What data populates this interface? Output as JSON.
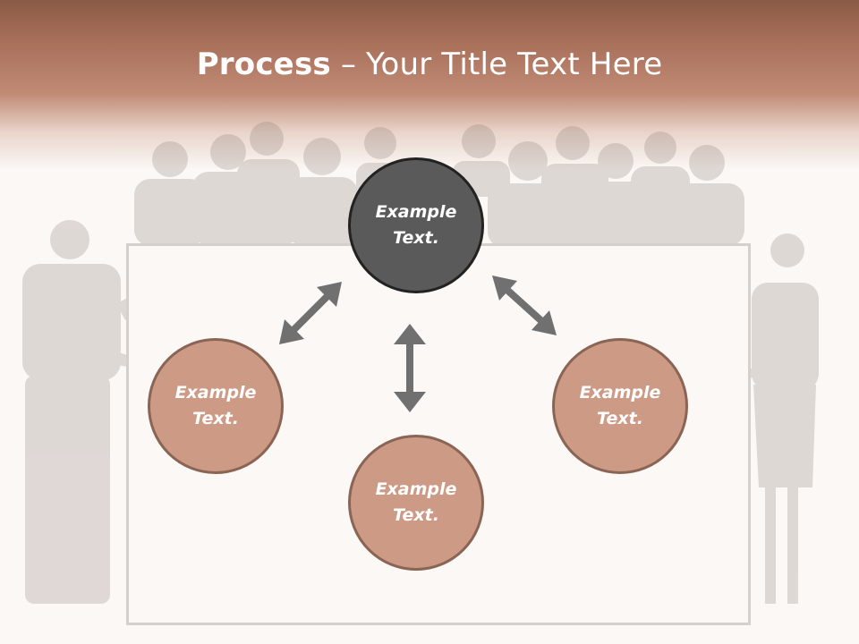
{
  "slide": {
    "title_bold": "Process",
    "title_rest": " – Your Title Text Here"
  },
  "nodes": [
    {
      "line1": "Example",
      "line2": "Text."
    },
    {
      "line1": "Example",
      "line2": "Text."
    },
    {
      "line1": "Example",
      "line2": "Text."
    },
    {
      "line1": "Example",
      "line2": "Text."
    }
  ],
  "colors": {
    "banner": "#a9705a",
    "center_node": "#5a5a5a",
    "outer_node": "#cd9a85",
    "arrow": "#707070"
  }
}
